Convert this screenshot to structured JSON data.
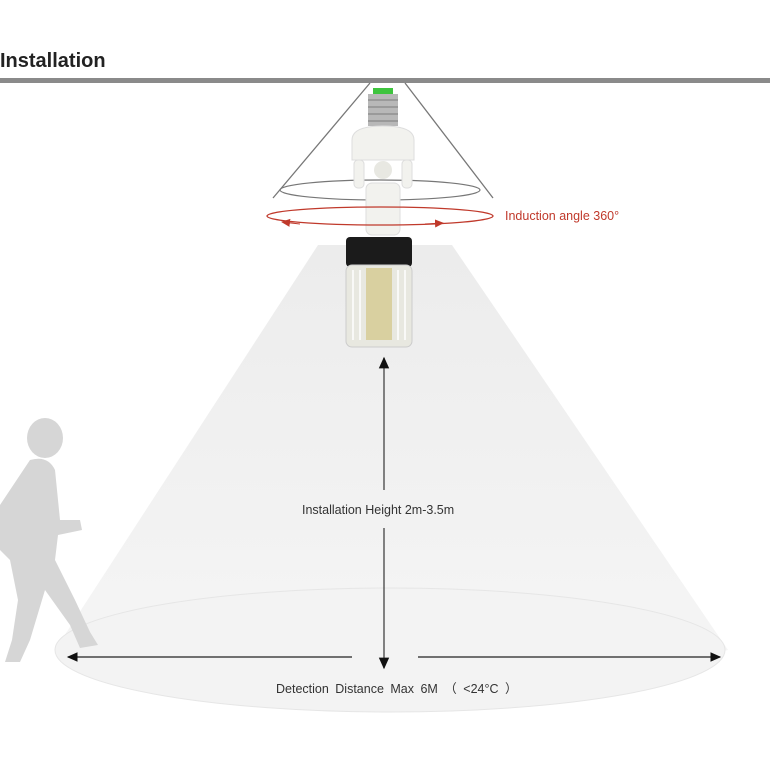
{
  "title": "Installation",
  "labels": {
    "induction_angle": "Induction angle 360°",
    "installation_height": "Installation Height 2m-3.5m",
    "detection_distance": "Detection  Distance  Max  6M （ <24°C ）"
  },
  "colors": {
    "accent_red": "#c0392b",
    "header_bar": "#8a8a8a",
    "base_green": "#3ec43e"
  }
}
